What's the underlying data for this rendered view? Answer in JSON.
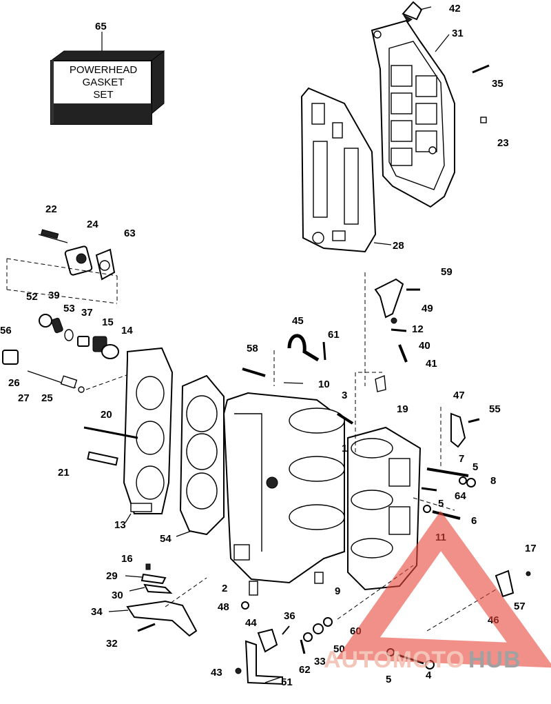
{
  "kit_box": {
    "callout": "65",
    "line1": "POWERHEAD",
    "line2": "GASKET",
    "line3": "SET"
  },
  "callouts": {
    "c1": "1",
    "c2": "2",
    "c3": "3",
    "c4": "4",
    "c5a": "5",
    "c5b": "5",
    "c5c": "5",
    "c6": "6",
    "c7": "7",
    "c8": "8",
    "c9": "9",
    "c10": "10",
    "c11": "11",
    "c12": "12",
    "c13": "13",
    "c14": "14",
    "c15": "15",
    "c16": "16",
    "c17": "17",
    "c19": "19",
    "c20": "20",
    "c21": "21",
    "c22": "22",
    "c23": "23",
    "c24": "24",
    "c25": "25",
    "c26": "26",
    "c27": "27",
    "c28": "28",
    "c29": "29",
    "c30": "30",
    "c31": "31",
    "c32": "32",
    "c33": "33",
    "c34": "34",
    "c35": "35",
    "c36": "36",
    "c37": "37",
    "c39": "39",
    "c40": "40",
    "c41": "41",
    "c42": "42",
    "c43": "43",
    "c44": "44",
    "c45": "45",
    "c46": "46",
    "c47": "47",
    "c48": "48",
    "c49": "49",
    "c50": "50",
    "c51": "51",
    "c52": "52",
    "c53": "53",
    "c54": "54",
    "c55": "55",
    "c56": "56",
    "c57": "57",
    "c58": "58",
    "c59": "59",
    "c60": "60",
    "c61": "61",
    "c62": "62",
    "c63": "63",
    "c64": "64"
  },
  "watermark": {
    "part1": "AUTOMOTO",
    "part2": "HUB"
  },
  "colors": {
    "watermark_red": "#e8463a",
    "watermark_grey": "#8a8a8a"
  }
}
